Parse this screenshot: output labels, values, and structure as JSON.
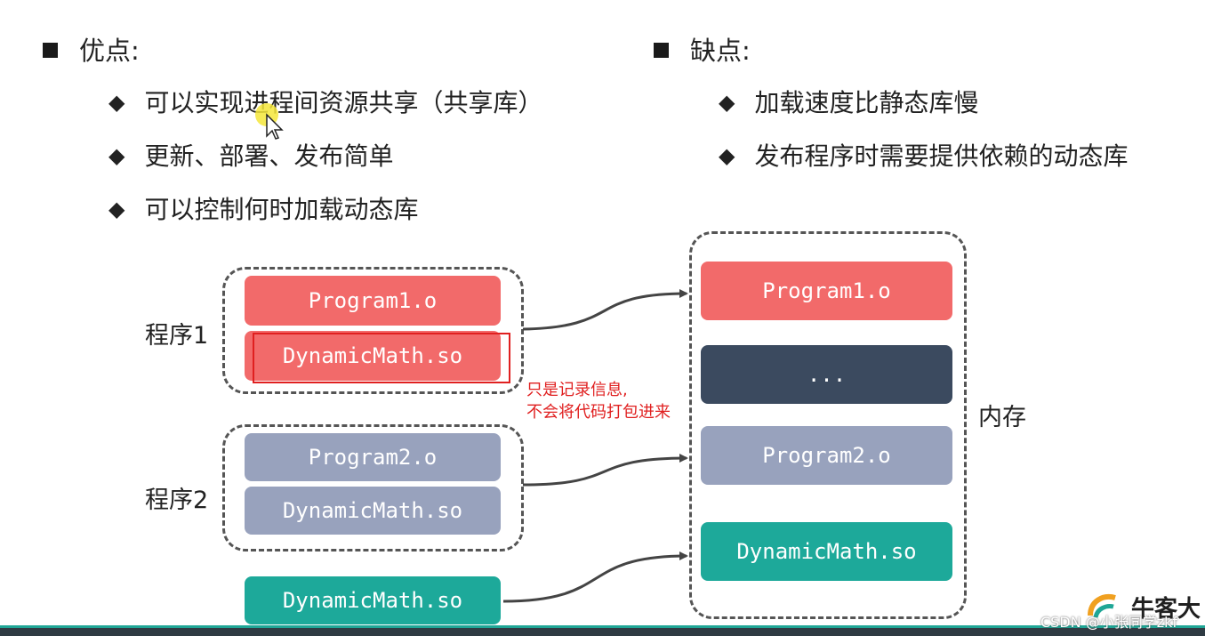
{
  "advantages": {
    "heading": "优点:",
    "items": [
      "可以实现进程间资源共享（共享库）",
      "更新、部署、发布简单",
      "可以控制何时加载动态库"
    ]
  },
  "disadvantages": {
    "heading": "缺点:",
    "items": [
      "加载速度比静态库慢",
      "发布程序时需要提供依赖的动态库"
    ]
  },
  "diagram": {
    "program1": {
      "label": "程序1",
      "blocks": [
        "Program1.o",
        "DynamicMath.so"
      ]
    },
    "program2": {
      "label": "程序2",
      "blocks": [
        "Program2.o",
        "DynamicMath.so"
      ]
    },
    "standalone_block": "DynamicMath.so",
    "memory": {
      "label": "内存",
      "blocks": [
        "Program1.o",
        "...",
        "Program2.o",
        "DynamicMath.so"
      ]
    },
    "annotation": [
      "只是记录信息,",
      "不会将代码打包进来"
    ]
  },
  "colors": {
    "red": "#f26a6a",
    "gray": "#98a2bd",
    "teal": "#1da99a",
    "navy": "#3b4a5f",
    "annotation": "#e02020"
  },
  "footer": {
    "watermark": "CSDN @小张同学zkf",
    "logo": "牛客大"
  }
}
